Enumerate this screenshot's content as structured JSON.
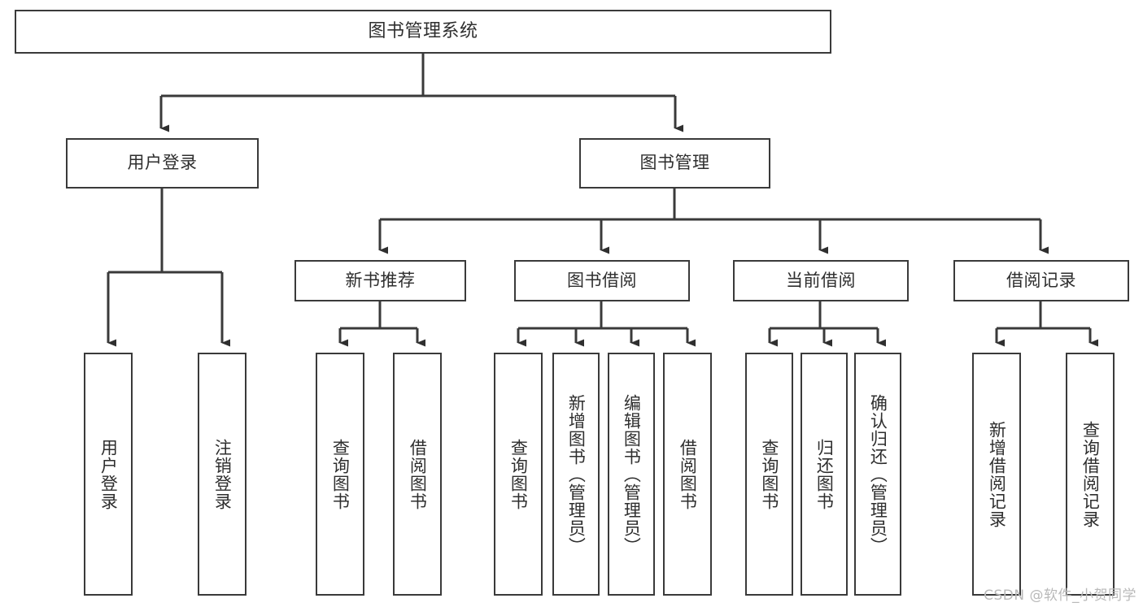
{
  "diagram": {
    "type": "tree",
    "title_node": "图书管理系统",
    "watermark": "CSDN @软件_小贺同学",
    "line_color": "#3a3a3a",
    "text_color": "#2e2e2e",
    "background": "#ffffff",
    "nodes": {
      "root": {
        "label": "图书管理系统"
      },
      "level1": [
        {
          "label": "用户登录"
        },
        {
          "label": "图书管理"
        }
      ],
      "level2": [
        {
          "label": "新书推荐"
        },
        {
          "label": "图书借阅"
        },
        {
          "label": "当前借阅"
        },
        {
          "label": "借阅记录"
        }
      ],
      "leaves": [
        {
          "label": "用户登录"
        },
        {
          "label": "注销登录"
        },
        {
          "label": "查询图书"
        },
        {
          "label": "借阅图书"
        },
        {
          "label": "查询图书"
        },
        {
          "label": "新增图书（管理员）"
        },
        {
          "label": "编辑图书（管理员）"
        },
        {
          "label": "借阅图书"
        },
        {
          "label": "查询图书"
        },
        {
          "label": "归还图书"
        },
        {
          "label": "确认归还（管理员）"
        },
        {
          "label": "新增借阅记录"
        },
        {
          "label": "查询借阅记录"
        }
      ]
    }
  }
}
